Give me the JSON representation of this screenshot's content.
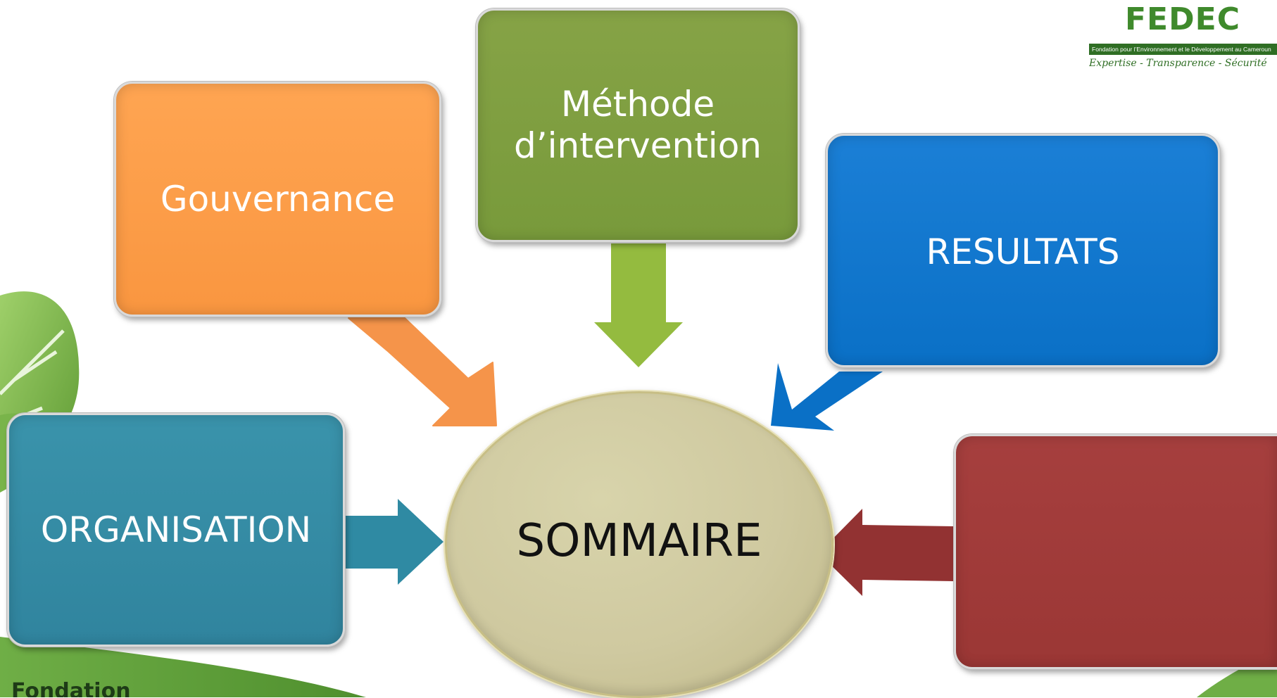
{
  "diagram": {
    "center_label": "SOMMAIRE",
    "boxes": {
      "gouvernance": "Gouvernance",
      "methode": "Méthode\nd’intervention",
      "resultats": "RESULTATS",
      "organisation": "ORGANISATION",
      "red": ""
    }
  },
  "logo": {
    "title": "FEDEC",
    "subtitle": "Fondation pour l’Environnement et le Développement au Cameroun",
    "tagline": "Expertise - Transparence - Sécurité"
  },
  "footer": {
    "text": "Fondation"
  },
  "colors": {
    "gouvernance": "#f99640",
    "methode": "#789a3b",
    "resultats": "#0a70c6",
    "organisation": "#30849e",
    "red_box": "#9b3735",
    "center": "#cfc9a0"
  }
}
